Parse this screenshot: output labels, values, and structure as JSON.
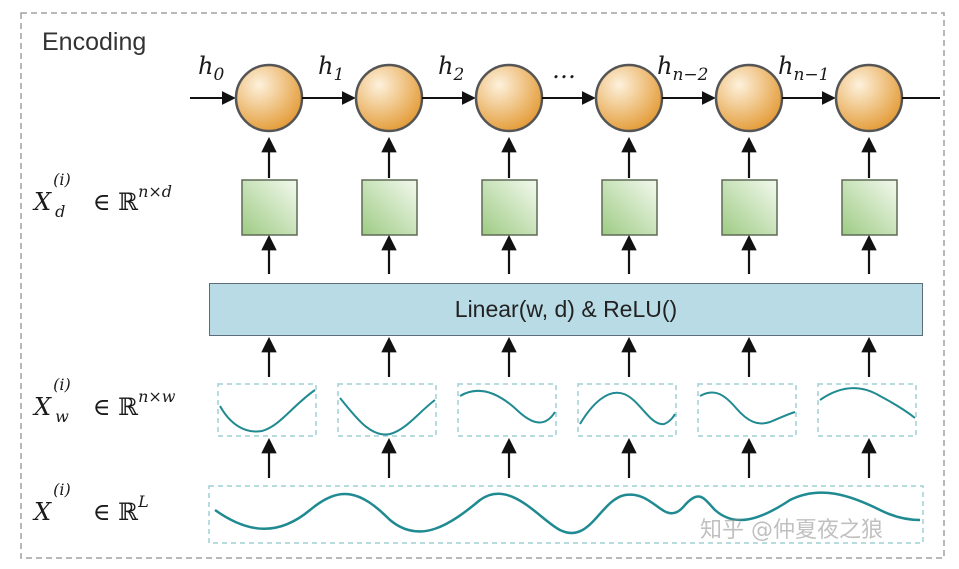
{
  "title": "Encoding",
  "hidden_states": [
    "h",
    "h",
    "h",
    "…",
    "h",
    "h"
  ],
  "hidden_subs": [
    "0",
    "1",
    "2",
    "",
    "n−2",
    "n−1"
  ],
  "layer": "Linear(w, d) & ReLU()",
  "labels": {
    "xd": {
      "base": "X",
      "sup": "(i)",
      "sub": "d",
      "rel": " ∈ ",
      "set": "ℝ",
      "exp": "n×d"
    },
    "xw": {
      "base": "X",
      "sup": "(i)",
      "sub": "w",
      "rel": " ∈ ",
      "set": "ℝ",
      "exp": "n×w"
    },
    "x": {
      "base": "X",
      "sup": "(i)",
      "sub": "",
      "rel": " ∈ ",
      "set": "ℝ",
      "exp": "L"
    }
  },
  "watermark": "知乎 @仲夏夜之狼",
  "colors": {
    "node_fill_light": "#fbe6c4",
    "node_fill_dark": "#e8a13f",
    "node_stroke": "#555555",
    "square_fill_light": "#eef6e6",
    "square_fill_dark": "#a8cf8e",
    "square_stroke": "#5d6b56",
    "wave": "#1f8a91",
    "dashed": "#9fd0d6",
    "frame": "#999999",
    "layer_fill": "#b9dbe6"
  }
}
